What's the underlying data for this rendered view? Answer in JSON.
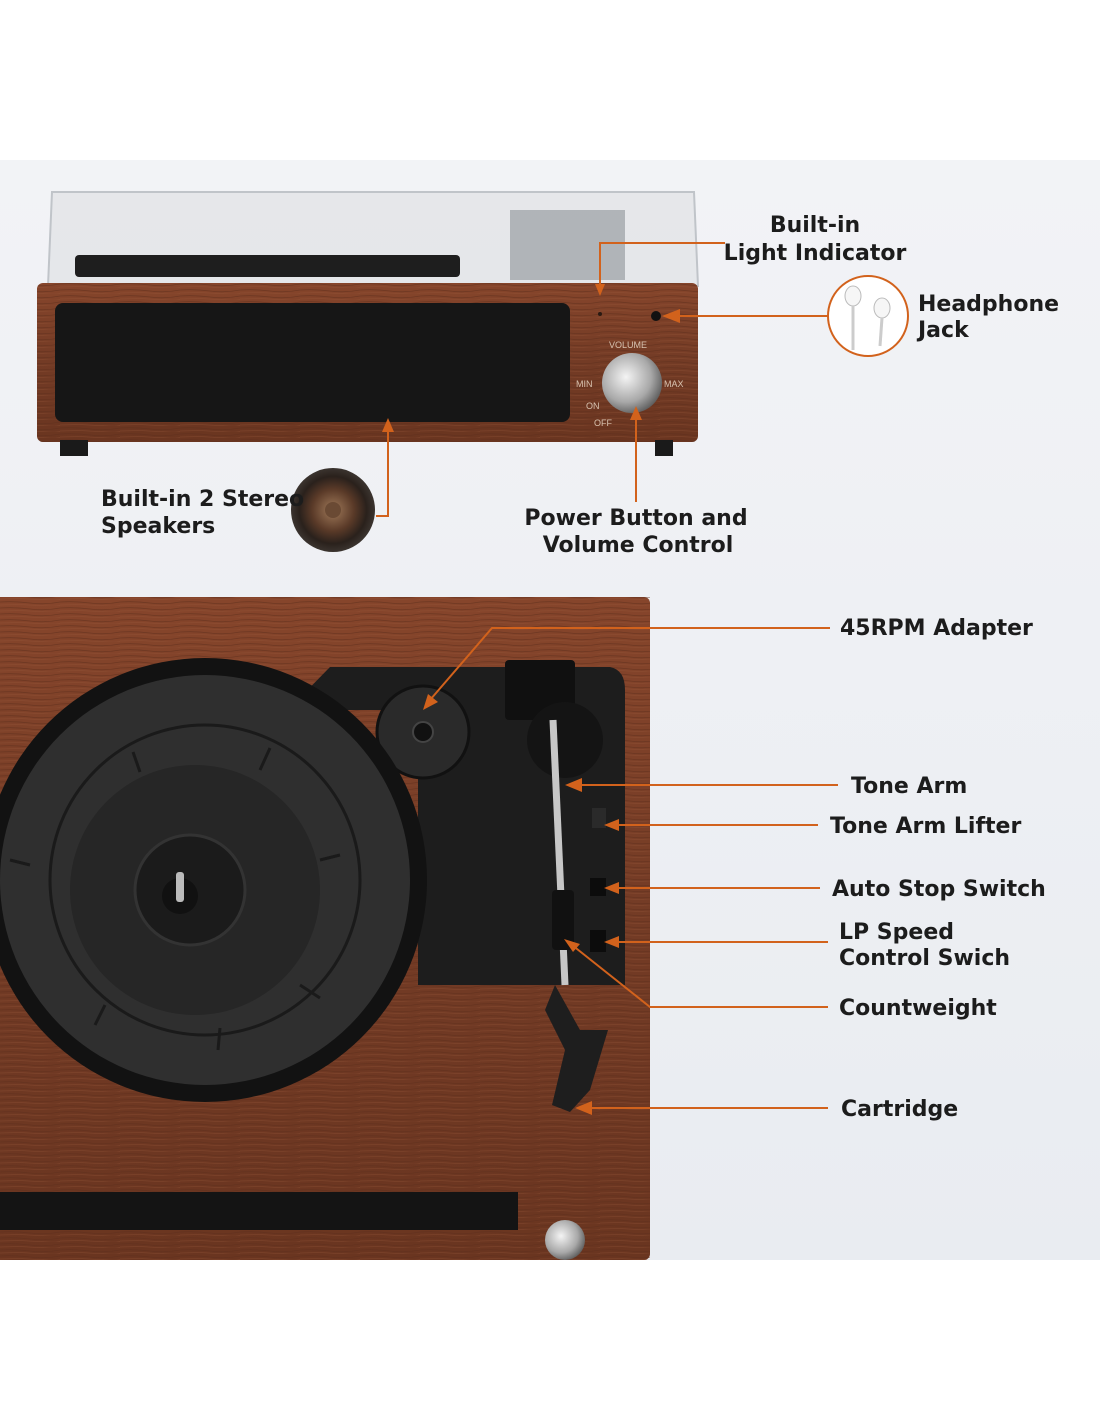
{
  "colors": {
    "callout": "#d2621c",
    "wood": "#7a3f27",
    "background": "#eef0f4",
    "label": "#1c1c1c"
  },
  "front_panel": {
    "volume": "VOLUME",
    "min": "MIN",
    "max": "MAX",
    "on": "ON",
    "off": "OFF"
  },
  "callouts": {
    "light_indicator": [
      "Built-in",
      "Light Indicator"
    ],
    "headphone_jack": [
      "Headphone",
      "Jack"
    ],
    "speakers": [
      "Built-in 2 Stereo",
      "Speakers"
    ],
    "power_volume": [
      "Power Button and",
      "Volume Control"
    ],
    "adapter": "45RPM Adapter",
    "tone_arm": "Tone Arm",
    "tone_arm_lifter": "Tone Arm Lifter",
    "auto_stop": "Auto Stop Switch",
    "lp_speed": [
      "LP Speed",
      "Control Swich"
    ],
    "countweight": "Countweight",
    "cartridge": "Cartridge"
  }
}
